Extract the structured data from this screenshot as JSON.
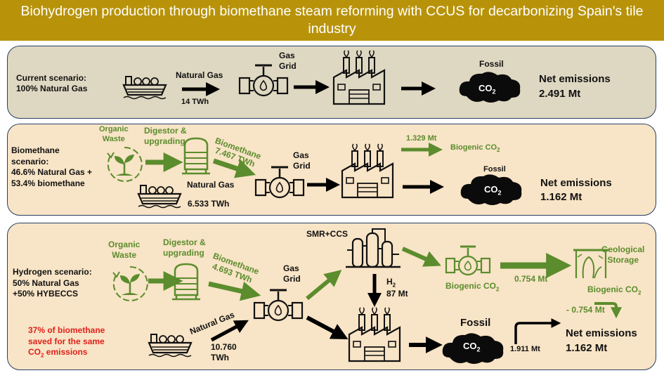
{
  "title": "Biohydrogen production through biomethane steam reforming with CCUS for decarbonizing Spain's tile industry",
  "colors": {
    "header": "#b8930a",
    "panel_current": "#ded7c1",
    "panel_other": "#f8e4c6",
    "green": "#5b8c2d",
    "red": "#e0201a"
  },
  "icons": [
    "ship-icon",
    "gas-valve-icon",
    "factory-icon",
    "co2-cloud-icon",
    "organic-waste-icon",
    "digestor-icon",
    "smr-ccs-icon",
    "geological-storage-icon"
  ],
  "p1": {
    "label_l1": "Current scenario:",
    "label_l2": "100% Natural Gas",
    "natural_gas": "Natural Gas",
    "twh": "14 TWh",
    "grid_l1": "Gas",
    "grid_l2": "Grid",
    "fossil": "Fossil",
    "co2": "CO",
    "co2_sub": "2",
    "net_label": "Net emissions",
    "net_value": "2.491 Mt"
  },
  "p2": {
    "label_l1": "Biomethane",
    "label_l2": "scenario:",
    "label_l3": "46.6% Natural Gas +",
    "label_l4": "53.4% biomethane",
    "organic_l1": "Organic",
    "organic_l2": "Waste",
    "digestor_l1": "Digestor &",
    "digestor_l2": "upgrading",
    "biomethane": "Biomethane",
    "biomethane_twh": "7.467 TWh",
    "grid_l1": "Gas",
    "grid_l2": "Grid",
    "natural_gas": "Natural Gas",
    "ng_twh": "6.533 TWh",
    "biogenic_mt": "1.329 Mt",
    "biogenic": "Biogenic CO",
    "biogenic_sub": "2",
    "fossil": "Fossil",
    "co2": "CO",
    "co2_sub": "2",
    "net_label": "Net emissions",
    "net_value": "1.162 Mt"
  },
  "p3": {
    "label_l1": "Hydrogen scenario:",
    "label_l2": "50% Natural Gas",
    "label_l3": "+50% HYBECCS",
    "note_l1": "37% of biomethane",
    "note_l2": "saved for the same",
    "note_l3": "CO",
    "note_l3_sub": "2",
    "note_l3_end": " emissions",
    "organic_l1": "Organic",
    "organic_l2": "Waste",
    "digestor_l1": "Digestor &",
    "digestor_l2": "upgrading",
    "biomethane": "Biomethane",
    "biomethane_twh": "4.693 TWh",
    "grid_l1": "Gas",
    "grid_l2": "Grid",
    "natural_gas": "Natural Gas",
    "ng_l1": "10.760",
    "ng_l2": "TWh",
    "smr": "SMR+CCS",
    "h2": "H",
    "h2_sub": "2",
    "h2_mt": "87 Mt",
    "biogenic": "Biogenic CO",
    "biogenic_sub": "2",
    "storage_mt": "0.754 Mt",
    "geo_l1": "Geological",
    "geo_l2": "Storage",
    "biogenic2": "Biogenic CO",
    "biogenic2_sub": "2",
    "neg_mt": "- 0.754 Mt",
    "fossil": "Fossil",
    "co2": "CO",
    "co2_sub": "2",
    "fossil_mt": "1.911 Mt",
    "net_label": "Net emissions",
    "net_value": "1.162 Mt"
  }
}
